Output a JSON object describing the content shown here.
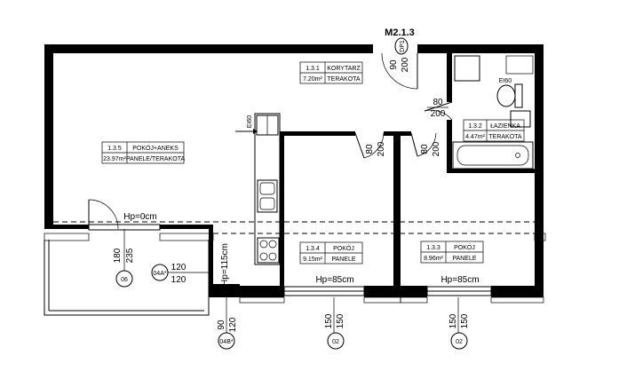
{
  "apartment": {
    "code": "M2.1.3",
    "corridor_tag": "DP1"
  },
  "rooms": {
    "living": {
      "number": "1.3.5",
      "name": "POKÓJ+ANEKS",
      "area": "23.97m²",
      "floor": "PANELE/TERAKOTA"
    },
    "corridor": {
      "number": "1.3.1",
      "name": "KORYTARZ",
      "area": "7.20m²",
      "floor": "TERAKOTA"
    },
    "bathroom": {
      "number": "1.3.2",
      "name": "ŁAZIENKA",
      "area": "4.47m²",
      "floor": "TERAKOTA"
    },
    "room_a": {
      "number": "1.3.4",
      "name": "POKÓJ",
      "area": "9.15m²",
      "floor": "PANELE"
    },
    "room_b": {
      "number": "1.3.3",
      "name": "POKÓJ",
      "area": "8.96m²",
      "floor": "PANELE"
    }
  },
  "doors": {
    "entrance": {
      "width": "90",
      "height": "200"
    },
    "bathroom": {
      "width": "80",
      "height": "200"
    },
    "room_a": {
      "width": "80",
      "height": "200"
    },
    "room_b": {
      "width": "80",
      "height": "200"
    }
  },
  "labels": {
    "ei60_kitchen": "EI60",
    "ei60_bath": "EI60",
    "hp_living": "Hp=0cm",
    "hp_kitchen": "Hp=115cm",
    "hp_room_a": "Hp=85cm",
    "hp_room_b": "Hp=85cm"
  },
  "windows": {
    "balcony_door": {
      "width": "180",
      "height": "235",
      "tag": "06"
    },
    "w04a": {
      "tag": "04A*",
      "width": "120",
      "height": "120"
    },
    "w04b": {
      "tag": "04B*",
      "width": "90",
      "height": "120"
    },
    "room_a": {
      "width": "150",
      "height": "150",
      "tag": "02"
    },
    "room_b": {
      "width": "150",
      "height": "150",
      "tag": "02"
    }
  }
}
